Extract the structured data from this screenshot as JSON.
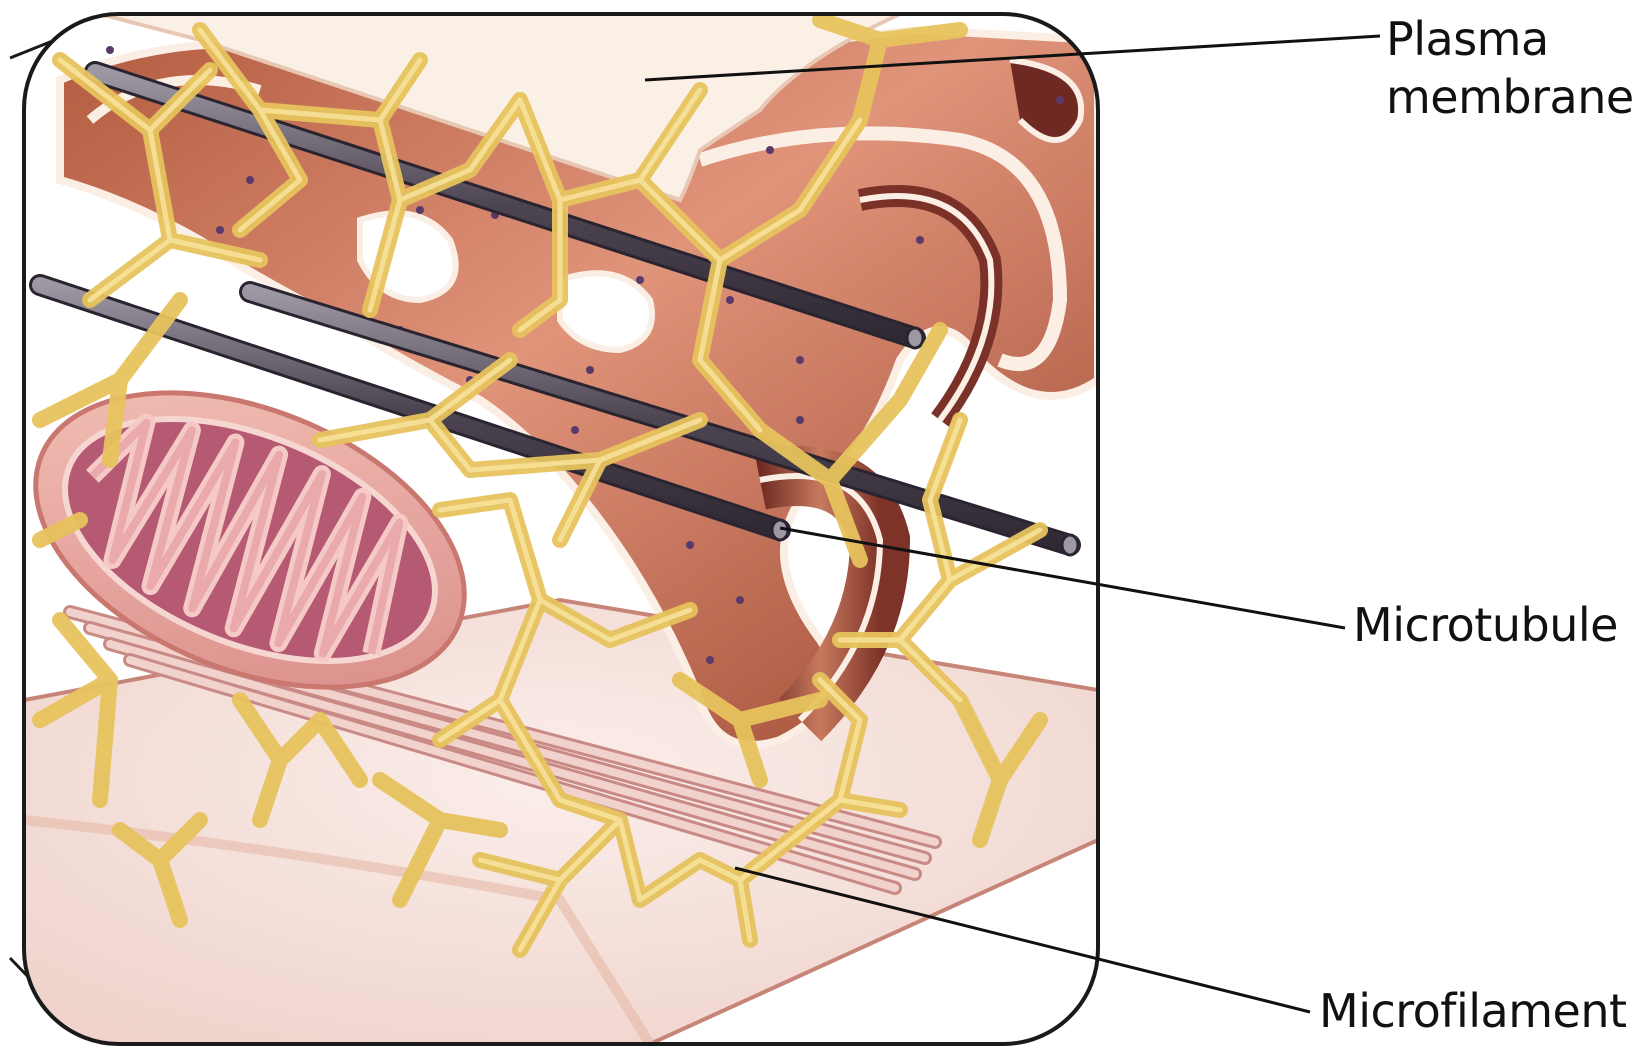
{
  "labels": {
    "plasma_membrane": {
      "line1": "Plasma",
      "line2": "membrane"
    },
    "microtubule": "Microtubule",
    "microfilament": "Microfilament"
  },
  "colors": {
    "frame": "#1a1a1a",
    "leader_line": "#111111",
    "plasma_membrane": "#fbeee4",
    "endoplasmic_reticulum": "#c96f4f",
    "er_dark": "#8a3a2c",
    "cytoskeleton_network": "#f0cf6a",
    "microtubule": "#5e5663",
    "mitochondrion": "#e8a8a0",
    "mitochondrion_cristae": "#9a4a60",
    "microfilament": "#e0b4ae",
    "floor_membrane": "#f6e2dc"
  }
}
